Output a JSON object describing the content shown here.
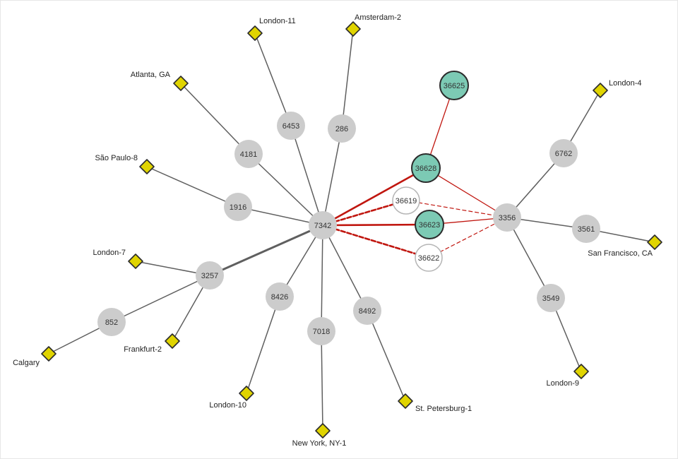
{
  "colors": {
    "edge": "#5f5f5f",
    "highlight_edge": "#c0160f",
    "as_node_fill": "#cccccc",
    "target_fill": "#7ccab4",
    "target_stroke": "#2b2b2b",
    "hollow_stroke": "#b5b5b5",
    "probe_fill": "#e0d400",
    "probe_stroke": "#2b2b2b",
    "text": "#333333"
  },
  "as_nodes": [
    {
      "id": "7342",
      "label": "7342",
      "style": "gray"
    },
    {
      "id": "6453",
      "label": "6453",
      "style": "gray"
    },
    {
      "id": "286",
      "label": "286",
      "style": "gray"
    },
    {
      "id": "4181",
      "label": "4181",
      "style": "gray"
    },
    {
      "id": "1916",
      "label": "1916",
      "style": "gray"
    },
    {
      "id": "3257",
      "label": "3257",
      "style": "gray"
    },
    {
      "id": "852",
      "label": "852",
      "style": "gray"
    },
    {
      "id": "8426",
      "label": "8426",
      "style": "gray"
    },
    {
      "id": "7018",
      "label": "7018",
      "style": "gray"
    },
    {
      "id": "8492",
      "label": "8492",
      "style": "gray"
    },
    {
      "id": "3356",
      "label": "3356",
      "style": "gray"
    },
    {
      "id": "6762",
      "label": "6762",
      "style": "gray"
    },
    {
      "id": "3561",
      "label": "3561",
      "style": "gray"
    },
    {
      "id": "3549",
      "label": "3549",
      "style": "gray"
    },
    {
      "id": "36625",
      "label": "36625",
      "style": "target"
    },
    {
      "id": "36628",
      "label": "36628",
      "style": "target"
    },
    {
      "id": "36623",
      "label": "36623",
      "style": "target"
    },
    {
      "id": "36619",
      "label": "36619",
      "style": "hollow"
    },
    {
      "id": "36622",
      "label": "36622",
      "style": "hollow"
    }
  ],
  "probes": [
    {
      "id": "london-11",
      "label": "London-11"
    },
    {
      "id": "amsterdam-2",
      "label": "Amsterdam-2"
    },
    {
      "id": "atlanta-ga",
      "label": "Atlanta, GA"
    },
    {
      "id": "sao-paulo-8",
      "label": "São Paulo-8"
    },
    {
      "id": "london-7",
      "label": "London-7"
    },
    {
      "id": "calgary",
      "label": "Calgary"
    },
    {
      "id": "frankfurt-2",
      "label": "Frankfurt-2"
    },
    {
      "id": "london-10",
      "label": "London-10"
    },
    {
      "id": "new-york-ny-1",
      "label": "New York, NY-1"
    },
    {
      "id": "st-petersburg-1",
      "label": "St. Petersburg-1"
    },
    {
      "id": "london-4",
      "label": "London-4"
    },
    {
      "id": "san-francisco-ca",
      "label": "San Francisco, CA"
    },
    {
      "id": "london-9",
      "label": "London-9"
    }
  ],
  "edges": [
    {
      "from": "london-11",
      "to": "6453",
      "kind": "normal"
    },
    {
      "from": "6453",
      "to": "7342",
      "kind": "normal"
    },
    {
      "from": "amsterdam-2",
      "to": "286",
      "kind": "normal"
    },
    {
      "from": "286",
      "to": "7342",
      "kind": "normal"
    },
    {
      "from": "atlanta-ga",
      "to": "4181",
      "kind": "normal"
    },
    {
      "from": "4181",
      "to": "7342",
      "kind": "normal"
    },
    {
      "from": "sao-paulo-8",
      "to": "1916",
      "kind": "normal"
    },
    {
      "from": "1916",
      "to": "7342",
      "kind": "normal"
    },
    {
      "from": "london-7",
      "to": "3257",
      "kind": "normal"
    },
    {
      "from": "3257",
      "to": "7342",
      "kind": "thick"
    },
    {
      "from": "3257",
      "to": "852",
      "kind": "normal"
    },
    {
      "from": "852",
      "to": "calgary",
      "kind": "normal"
    },
    {
      "from": "3257",
      "to": "frankfurt-2",
      "kind": "normal"
    },
    {
      "from": "london-10",
      "to": "8426",
      "kind": "normal"
    },
    {
      "from": "8426",
      "to": "7342",
      "kind": "normal"
    },
    {
      "from": "new-york-ny-1",
      "to": "7018",
      "kind": "normal"
    },
    {
      "from": "7018",
      "to": "7342",
      "kind": "normal"
    },
    {
      "from": "st-petersburg-1",
      "to": "8492",
      "kind": "normal"
    },
    {
      "from": "8492",
      "to": "7342",
      "kind": "normal"
    },
    {
      "from": "london-4",
      "to": "6762",
      "kind": "normal"
    },
    {
      "from": "6762",
      "to": "3356",
      "kind": "normal"
    },
    {
      "from": "3356",
      "to": "3561",
      "kind": "normal"
    },
    {
      "from": "3561",
      "to": "san-francisco-ca",
      "kind": "normal"
    },
    {
      "from": "3356",
      "to": "3549",
      "kind": "normal"
    },
    {
      "from": "3549",
      "to": "london-9",
      "kind": "normal"
    },
    {
      "from": "36625",
      "to": "36628",
      "kind": "red"
    },
    {
      "from": "7342",
      "to": "36628",
      "kind": "red-thick"
    },
    {
      "from": "36628",
      "to": "3356",
      "kind": "red"
    },
    {
      "from": "7342",
      "to": "36623",
      "kind": "red-thick"
    },
    {
      "from": "36623",
      "to": "3356",
      "kind": "red"
    },
    {
      "from": "7342",
      "to": "36619",
      "kind": "red-dashed-thick"
    },
    {
      "from": "36619",
      "to": "3356",
      "kind": "red-dashed"
    },
    {
      "from": "7342",
      "to": "36622",
      "kind": "red-dashed-thick"
    },
    {
      "from": "36622",
      "to": "3356",
      "kind": "red-dashed"
    }
  ]
}
